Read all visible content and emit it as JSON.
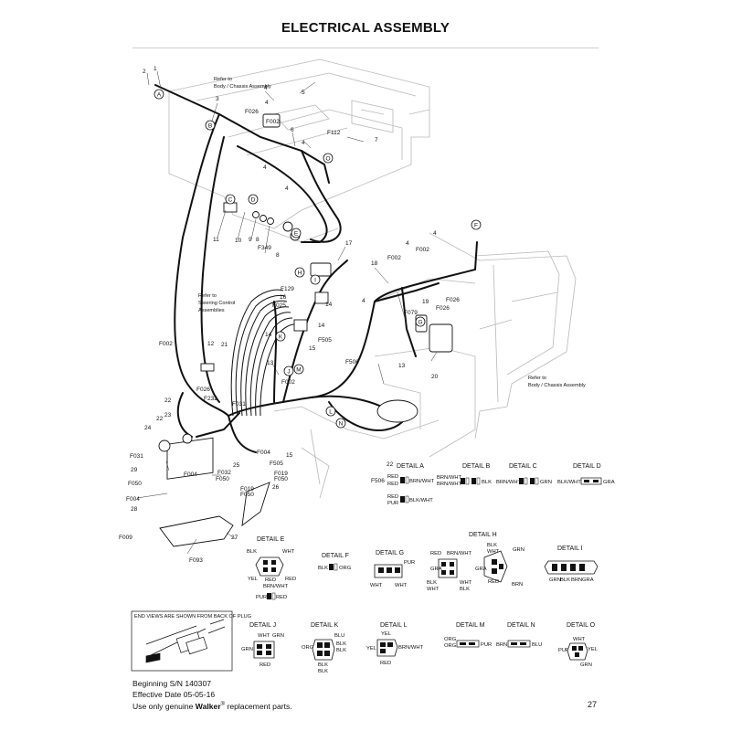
{
  "title": "ELECTRICAL ASSEMBLY",
  "refs": {
    "body_chassis_top": [
      "Refer to",
      "Body / Chassis Assembly"
    ],
    "steering": [
      "Refer to",
      "Steering Control",
      "Assemblies"
    ],
    "body_chassis_right": [
      "Refer to",
      "Body / Chassis Assembly"
    ]
  },
  "callouts": {
    "n1": "1",
    "n2": "2",
    "n3": "3",
    "n4a": "4",
    "n4b": "4",
    "n4c": "4",
    "n4d": "4",
    "n4e": "4",
    "n4f": "4",
    "n4g": "4",
    "n5": "5",
    "n6": "6",
    "n7": "7",
    "n8": "8",
    "n9": "9",
    "n10": "10",
    "n11": "11",
    "n12": "12",
    "n13": "13",
    "n13b": "13",
    "n14a": "14",
    "n14b": "14",
    "n14c": "14",
    "n15": "15",
    "n15b": "15",
    "n16": "16",
    "n17": "17",
    "n18": "18",
    "n19": "19",
    "n20": "20",
    "n21": "21",
    "n22a": "22",
    "n22b": "22",
    "n22c": "22",
    "n23": "23",
    "n24": "24",
    "n25": "25",
    "n26": "26",
    "n27": "27",
    "n28": "28",
    "n29": "29",
    "F026a": "F026",
    "F002a": "F002",
    "F112": "F112",
    "F349": "F349",
    "F002b": "F002",
    "F002c": "F002",
    "F026b": "F026",
    "F026c": "F026",
    "F079": "F079",
    "F129": "F129",
    "F025": "F025",
    "F002d": "F002",
    "F505a": "F505",
    "F506a": "F506",
    "F002e": "F002",
    "F026d": "F026",
    "F232": "F232",
    "F031a": "F031",
    "F004a": "F004",
    "F505b": "F505",
    "F019a": "F019",
    "F050a": "F050",
    "F506b": "F506",
    "F031b": "F031",
    "F004b": "F004",
    "F032": "F032",
    "F050b": "F050",
    "F050c": "F050",
    "F004c": "F004",
    "F019b": "F019",
    "F050d": "F050",
    "F009": "F009",
    "F093": "F093",
    "cA": "A",
    "cB": "B",
    "cC": "C",
    "cD": "D",
    "cE": "E",
    "cF": "F",
    "cG": "G",
    "cH": "H",
    "cI": "I",
    "cJ": "J",
    "cK": "K",
    "cL": "L",
    "cM": "M",
    "cN": "N",
    "cO": "O"
  },
  "details": {
    "A": {
      "title": "DETAIL A",
      "r1": [
        "RED",
        "RED"
      ],
      "r1b": "BRN/WHT",
      "r2": [
        "RED",
        "PUR"
      ],
      "r2b": "BLK/WHT"
    },
    "B": {
      "title": "DETAIL B",
      "l": [
        "BRN/WHT",
        "BRN/WHT"
      ],
      "r": "BLK"
    },
    "C": {
      "title": "DETAIL C",
      "l": "BRN/WHT",
      "r": "GRN"
    },
    "D": {
      "title": "DETAIL D",
      "l": "BLK/WHT",
      "r": "GRA"
    },
    "E": {
      "title": "DETAIL E",
      "blk": "BLK",
      "wht": "WHT",
      "yel": "YEL",
      "red1": "RED",
      "brnwht": "BRN/WHT",
      "red2": "RED",
      "pur": "PUR",
      "red3": "RED"
    },
    "F": {
      "title": "DETAIL F",
      "l": "BLK",
      "r": "ORG"
    },
    "G": {
      "title": "DETAIL G",
      "pur": "PUR",
      "wht1": "WHT",
      "wht2": "WHT"
    },
    "H": {
      "title": "DETAIL H",
      "red": "RED",
      "brnwht": "BRN/WHT",
      "blk": "BLK",
      "wht": "WHT",
      "grn": "GRN",
      "gra": "GRA",
      "blk2": "BLK",
      "wht2": "WHT",
      "blk3": "BLK",
      "wht3": "WHT",
      "gra2": "GRA",
      "red2": "RED",
      "brn": "BRN"
    },
    "I": {
      "title": "DETAIL I",
      "w": [
        "GRN",
        "BLK",
        "BRN",
        "GRA"
      ]
    },
    "J": {
      "title": "DETAIL J",
      "wht": "WHT",
      "grn": "GRN",
      "grn2": "GRN",
      "red": "RED"
    },
    "K": {
      "title": "DETAIL K",
      "blu": "BLU",
      "org": "ORG",
      "blk1": "BLK",
      "blk2": "BLK",
      "blk3": "BLK",
      "blk4": "BLK"
    },
    "L": {
      "title": "DETAIL L",
      "yel": "YEL",
      "yel2": "YEL",
      "brnwht": "BRN/WHT",
      "red": "RED"
    },
    "M": {
      "title": "DETAIL M",
      "l": [
        "ORG",
        "ORG"
      ],
      "r": "PUR"
    },
    "N": {
      "title": "DETAIL N",
      "l": "BRN",
      "r": "BLU"
    },
    "O": {
      "title": "DETAIL O",
      "wht": "WHT",
      "pur": "PUR",
      "yel": "YEL",
      "grn": "GRN"
    }
  },
  "end_view_note": "END VIEWS ARE SHOWN FROM BACK OF PLUG",
  "footer": {
    "line1": "Beginning S/N 140307",
    "line2": "Effective Date 05-05-16",
    "line3_pre": "Use only genuine ",
    "line3_brand": "Walker",
    "line3_reg": "®",
    "line3_post": " replacement parts."
  },
  "page_number": "27"
}
